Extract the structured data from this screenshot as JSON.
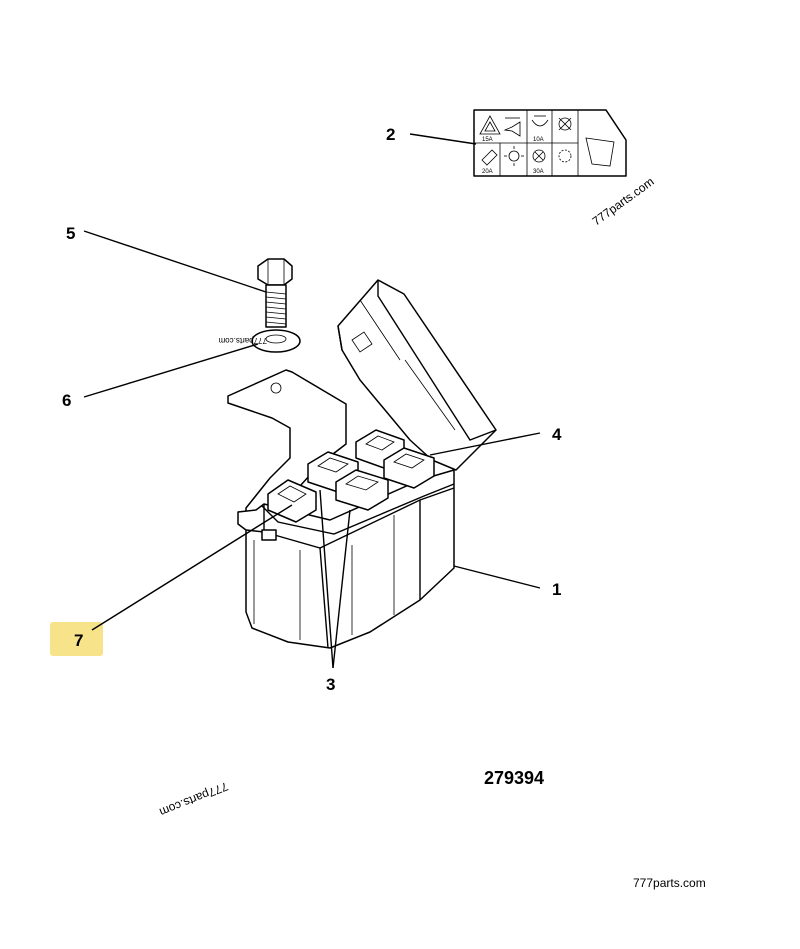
{
  "callouts": {
    "c1": "1",
    "c2": "2",
    "c3": "3",
    "c4": "4",
    "c5": "5",
    "c6": "6",
    "c7": "7"
  },
  "part_number": "279394",
  "watermarks": {
    "decal": "777parts.com",
    "washer": "777parts.com",
    "rotated_bottom": "777parts.com",
    "footer": "777parts.com"
  },
  "decal_labels": {
    "fuse_a": "15A",
    "fuse_b": "10A",
    "fuse_c": "20A",
    "fuse_d": "30A"
  },
  "highlight_color": "#f7e38a"
}
